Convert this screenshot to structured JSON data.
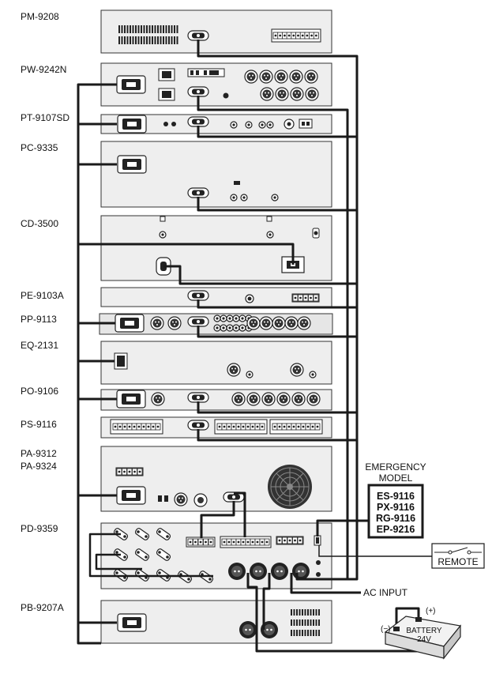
{
  "units": [
    {
      "id": "pm9208",
      "label": "PM-9208"
    },
    {
      "id": "pw9242n",
      "label": "PW-9242N"
    },
    {
      "id": "pt9107sd",
      "label": "PT-9107SD"
    },
    {
      "id": "pc9335",
      "label": "PC-9335"
    },
    {
      "id": "cd3500",
      "label": "CD-3500"
    },
    {
      "id": "pe9103a",
      "label": "PE-9103A"
    },
    {
      "id": "pp9113",
      "label": "PP-9113"
    },
    {
      "id": "eq2131",
      "label": "EQ-2131"
    },
    {
      "id": "po9106",
      "label": "PO-9106"
    },
    {
      "id": "ps9116",
      "label": "PS-9116"
    },
    {
      "id": "pa9312",
      "label": "PA-9312"
    },
    {
      "id": "pa9324",
      "label": "PA-9324"
    },
    {
      "id": "pd9359",
      "label": "PD-9359"
    },
    {
      "id": "pb9207a",
      "label": "PB-9207A"
    }
  ],
  "emergency": {
    "title_line1": "EMERGENCY",
    "title_line2": "MODEL",
    "models": [
      "ES-9116",
      "PX-9116",
      "RG-9116",
      "EP-9216"
    ]
  },
  "remote_label": "REMOTE",
  "ac_input_label": "AC INPUT",
  "battery": {
    "plus": "(+)",
    "minus": "(−)",
    "line1": "BATTERY",
    "line2": "24V"
  }
}
